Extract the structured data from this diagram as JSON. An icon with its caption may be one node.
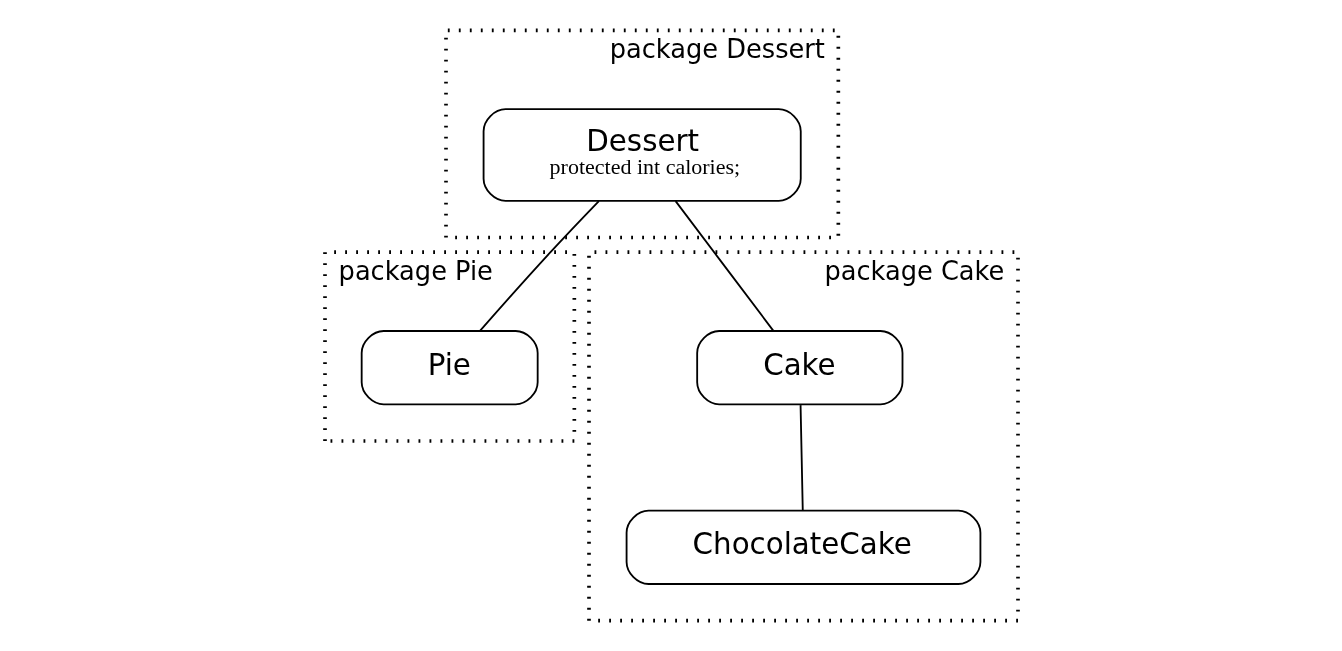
{
  "diagram": {
    "nodes": [
      {
        "text": [
          "package Dessert"
        ]
      },
      {
        "text": [
          "Dessert",
          "protected int calories;"
        ],
        "in": 0
      },
      {
        "text": [
          "package Pie"
        ]
      },
      {
        "text": [
          "Pie"
        ],
        "in": 2
      },
      {
        "text": [
          "package Cake"
        ]
      },
      {
        "text": [
          "Cake"
        ],
        "in": 4
      },
      {
        "text": [
          "ChocolateCake"
        ],
        "in": 4
      }
    ],
    "edges": [
      {
        "from": 1,
        "to": 3,
        "arrow": "none"
      },
      {
        "from": 1,
        "to": 5,
        "arrow": "none"
      },
      {
        "from": 5,
        "to": 6,
        "arrow": "none"
      }
    ]
  }
}
